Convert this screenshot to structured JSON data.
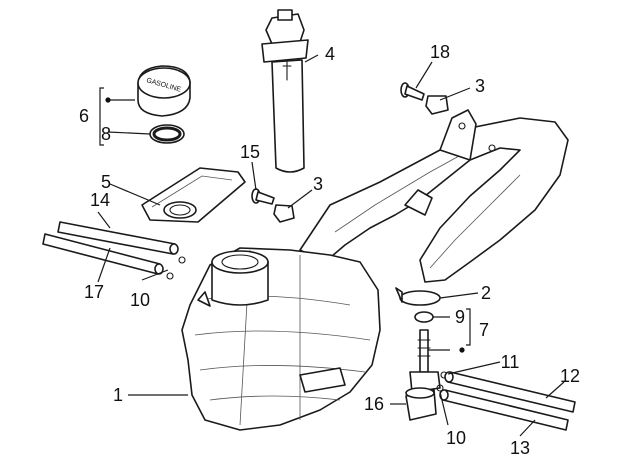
{
  "callouts": [
    {
      "id": "c1",
      "text": "1"
    },
    {
      "id": "c2",
      "text": "2"
    },
    {
      "id": "c3a",
      "text": "3"
    },
    {
      "id": "c3b",
      "text": "3"
    },
    {
      "id": "c4",
      "text": "4"
    },
    {
      "id": "c5",
      "text": "5"
    },
    {
      "id": "c6",
      "text": "6"
    },
    {
      "id": "c7",
      "text": "7"
    },
    {
      "id": "c8",
      "text": "8"
    },
    {
      "id": "c9",
      "text": "9"
    },
    {
      "id": "c10a",
      "text": "10"
    },
    {
      "id": "c10b",
      "text": "10"
    },
    {
      "id": "c11",
      "text": "11"
    },
    {
      "id": "c12",
      "text": "12"
    },
    {
      "id": "c13",
      "text": "13"
    },
    {
      "id": "c14",
      "text": "14"
    },
    {
      "id": "c15",
      "text": "15"
    },
    {
      "id": "c16",
      "text": "16"
    },
    {
      "id": "c17",
      "text": "17"
    },
    {
      "id": "c18",
      "text": "18"
    }
  ],
  "cap_text": "GASOLINE",
  "colors": {
    "line": "#1a1a1a",
    "background": "#ffffff"
  }
}
